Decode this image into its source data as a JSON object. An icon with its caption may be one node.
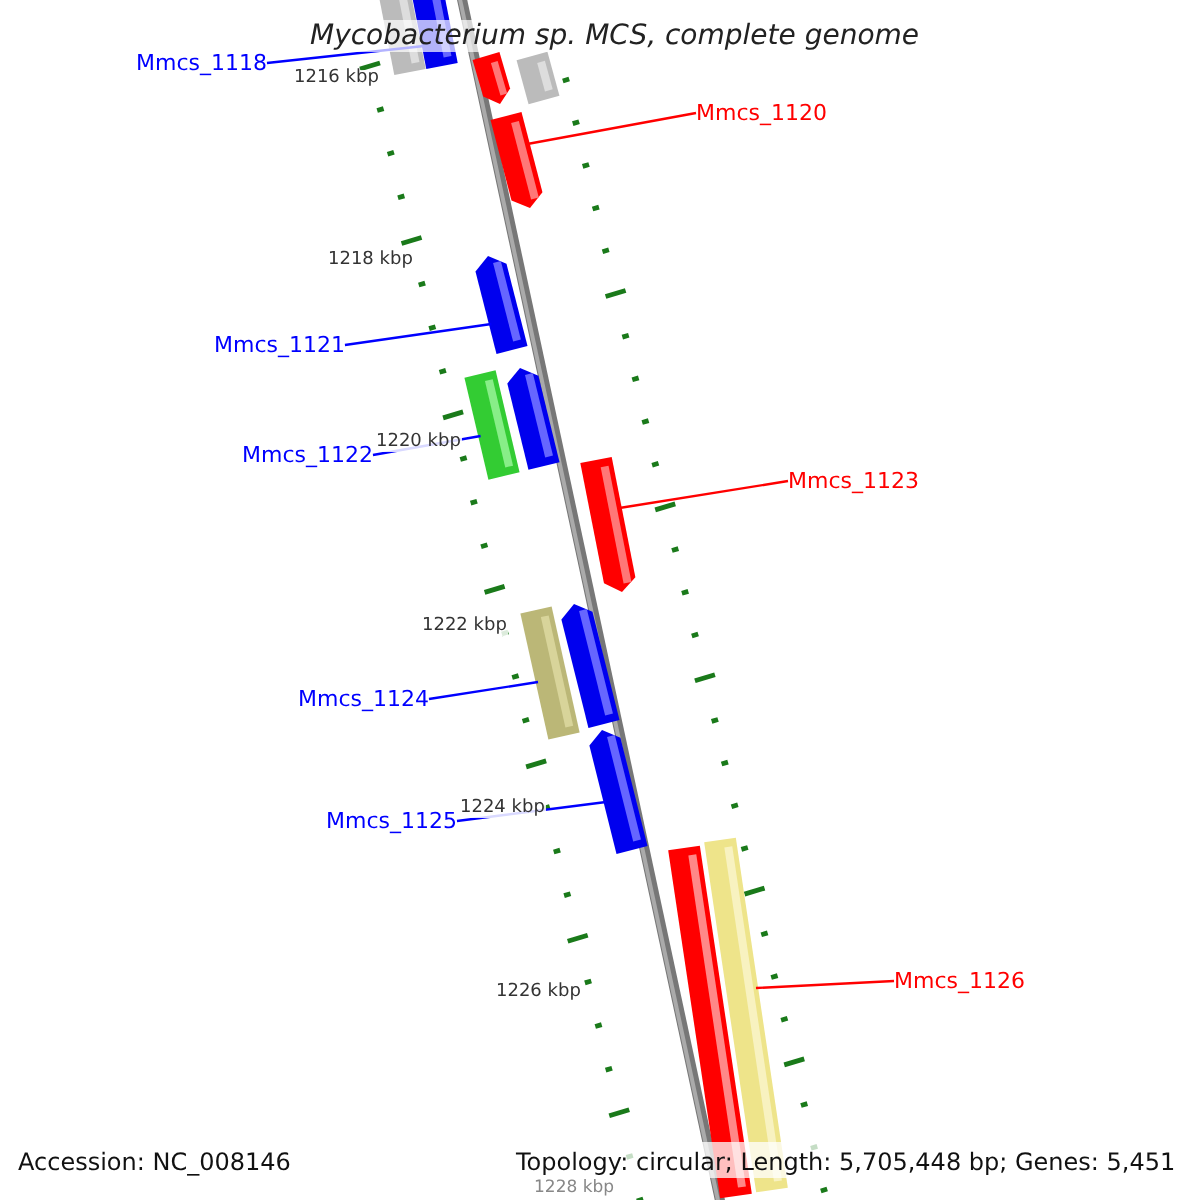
{
  "diagram": {
    "title": "Mycobacterium sp. MCS, complete genome",
    "nodes": [
      {
        "text": [
          "Mmcs_1118"
        ]
      },
      {
        "text": [
          "Mmcs_1120"
        ]
      },
      {
        "text": [
          "Mmcs_1121"
        ]
      },
      {
        "text": [
          "Mmcs_1122"
        ]
      },
      {
        "text": [
          "Mmcs_1123"
        ]
      },
      {
        "text": [
          "Mmcs_1124"
        ]
      },
      {
        "text": [
          "Mmcs_1125"
        ]
      },
      {
        "text": [
          "Mmcs_1126"
        ]
      },
      {
        "text": [],
        "shape": "bar"
      },
      {
        "text": [],
        "shape": "bar"
      },
      {
        "text": [],
        "shape": "bar"
      },
      {
        "text": [],
        "shape": "bar"
      },
      {
        "text": [],
        "shape": "bar"
      },
      {
        "text": [],
        "shape": "bar"
      },
      {
        "text": [],
        "shape": "bar"
      },
      {
        "text": [],
        "shape": "bar"
      },
      {
        "text": [],
        "shape": "bar"
      },
      {
        "text": [],
        "shape": "bar"
      },
      {
        "text": [],
        "shape": "bar"
      },
      {
        "text": [],
        "shape": "bar"
      },
      {
        "text": [],
        "shape": "bar"
      },
      {
        "text": [],
        "shape": "bar"
      }
    ],
    "edges": [
      {
        "from": 0,
        "to": 9,
        "arrow": "none"
      },
      {
        "from": 1,
        "to": 12,
        "arrow": "none",
        "color": "#ff0000"
      },
      {
        "from": 2,
        "to": 13,
        "arrow": "none"
      },
      {
        "from": 3,
        "to": 15,
        "arrow": "none"
      },
      {
        "from": 4,
        "to": 16,
        "arrow": "none",
        "color": "#ff0000"
      },
      {
        "from": 5,
        "to": 18,
        "arrow": "none"
      },
      {
        "from": 6,
        "to": 19,
        "arrow": "none"
      },
      {
        "from": 7,
        "to": 20,
        "arrow": "none",
        "color": "#ff0000"
      }
    ],
    "labels": [
      "1216 kbp",
      "1218 kbp",
      "1220 kbp",
      "1222 kbp",
      "1224 kbp",
      "1226 kbp",
      "1228 kbp",
      "Accession: NC_008146",
      "Topology: circular; Length: 5,705,448 bp; Genes: 5,451"
    ]
  }
}
